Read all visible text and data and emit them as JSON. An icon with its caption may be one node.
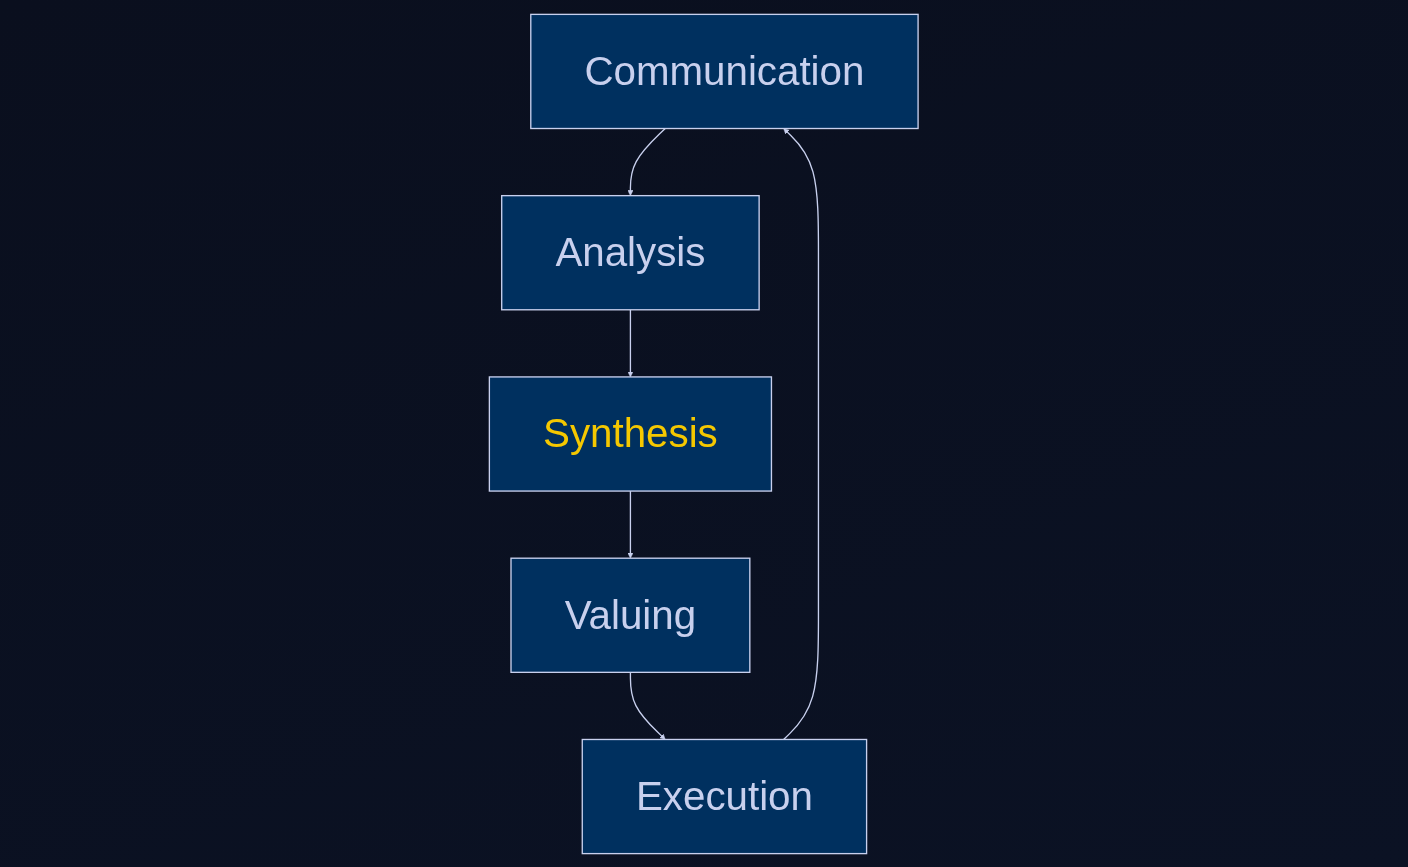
{
  "diagram": {
    "nodes": [
      {
        "text": [
          "Communication"
        ]
      },
      {
        "text": [
          "Analysis"
        ]
      },
      {
        "text": [
          "Synthesis"
        ]
      },
      {
        "text": [
          "Valuing"
        ]
      },
      {
        "text": [
          "Execution"
        ]
      }
    ],
    "edges": [
      {
        "from": 0,
        "to": 1,
        "arrow": "to"
      },
      {
        "from": 1,
        "to": 2,
        "arrow": "to"
      },
      {
        "from": 2,
        "to": 3,
        "arrow": "to"
      },
      {
        "from": 3,
        "to": 4,
        "arrow": "to"
      },
      {
        "from": 4,
        "to": 0,
        "arrow": "to"
      }
    ]
  }
}
